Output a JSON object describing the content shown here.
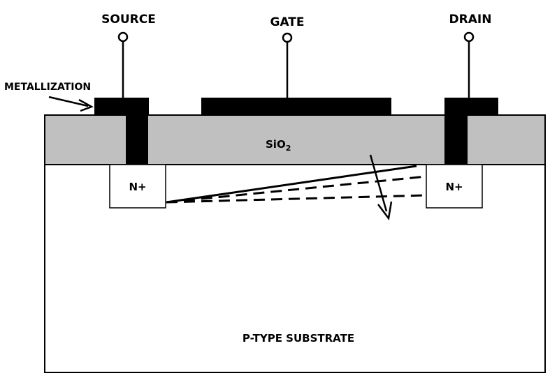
{
  "terminals": {
    "source": "SOURCE",
    "gate": "GATE",
    "drain": "DRAIN"
  },
  "metallization_label": "METALLIZATION",
  "oxide": {
    "label_base": "SiO",
    "label_sub": "2"
  },
  "regions": {
    "source_doping": "N+",
    "drain_doping": "N+"
  },
  "substrate_label": "P-TYPE SUBSTRATE",
  "colors": {
    "oxide_fill": "#c0c0c0",
    "metal": "#000000",
    "background": "#ffffff"
  }
}
